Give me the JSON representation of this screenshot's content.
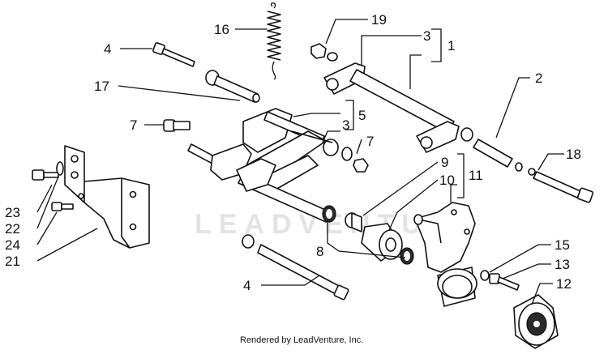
{
  "watermark": "LEADVENTURE",
  "credit": "Rendered by LeadVenture, Inc.",
  "callouts": {
    "n1": "1",
    "n2": "2",
    "n3a": "3",
    "n3b": "3",
    "n4a": "4",
    "n4b": "4",
    "n5": "5",
    "n7a": "7",
    "n7b": "7",
    "n8": "8",
    "n9": "9",
    "n10": "10",
    "n11": "11",
    "n12": "12",
    "n13": "13",
    "n15": "15",
    "n16": "16",
    "n17": "17",
    "n18": "18",
    "n19": "19",
    "n21": "21",
    "n22": "22",
    "n23": "23",
    "n24": "24"
  }
}
